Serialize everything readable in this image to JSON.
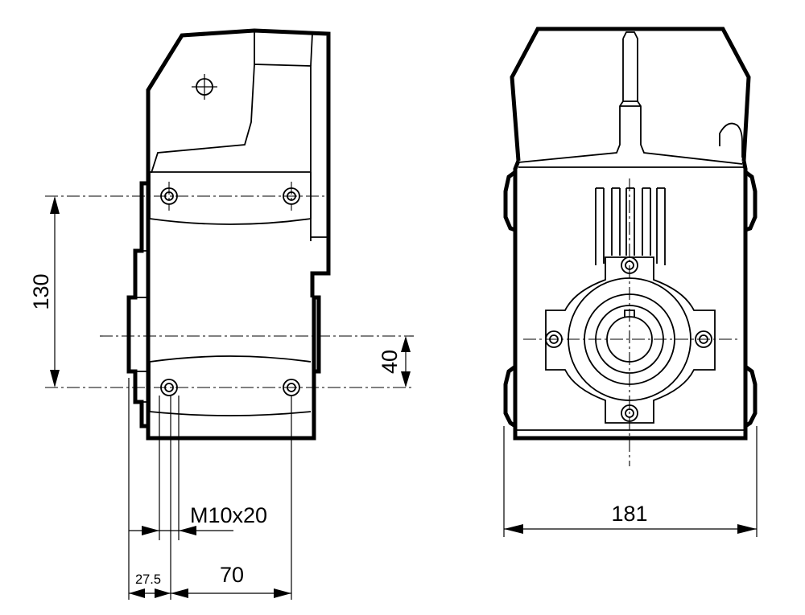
{
  "dimensions": {
    "height_130": "130",
    "offset_40": "40",
    "thread_m10x20": "M10x20",
    "width_181": "181",
    "spacing_70": "70",
    "edge_27_5": "27.5"
  },
  "colors": {
    "ink": "#000000",
    "paper": "#ffffff"
  }
}
